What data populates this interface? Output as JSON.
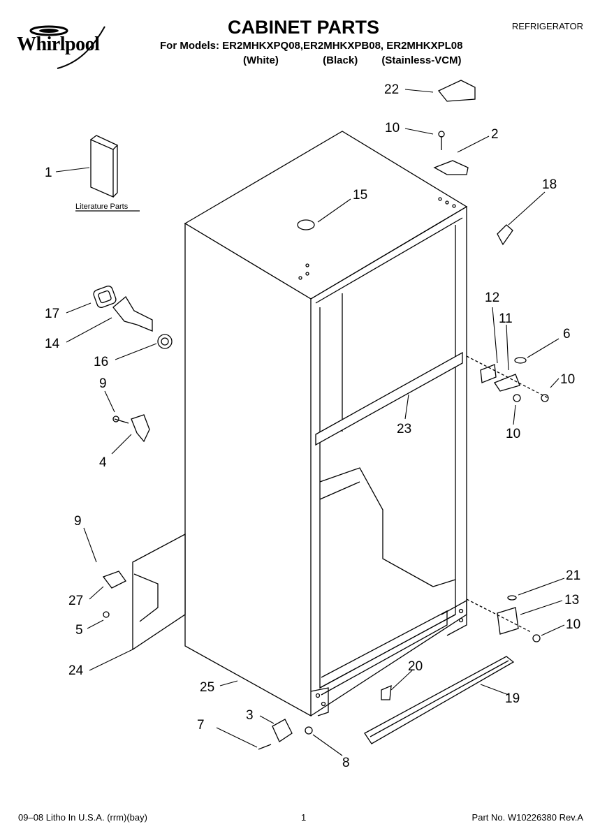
{
  "header": {
    "brand": "Whirlpool",
    "title": "CABINET PARTS",
    "category": "REFRIGERATOR",
    "models_prefix": "For Models:",
    "models": "ER2MHKXPQ08,ER2MHKXPB08, ER2MHKXPL08",
    "variants": [
      "(White)",
      "(Black)",
      "(Stainless-VCM)"
    ]
  },
  "diagram": {
    "literature_label": "Literature Parts",
    "callouts": [
      "1",
      "2",
      "3",
      "4",
      "5",
      "6",
      "7",
      "8",
      "9",
      "9",
      "10",
      "10",
      "10",
      "10",
      "11",
      "12",
      "13",
      "14",
      "15",
      "16",
      "17",
      "18",
      "19",
      "20",
      "21",
      "22",
      "23",
      "24",
      "25",
      "27"
    ]
  },
  "footer": {
    "litho": "09–08 Litho In U.S.A. (rrm)(bay)",
    "page": "1",
    "part_no": "Part No. W10226380 Rev.A"
  }
}
